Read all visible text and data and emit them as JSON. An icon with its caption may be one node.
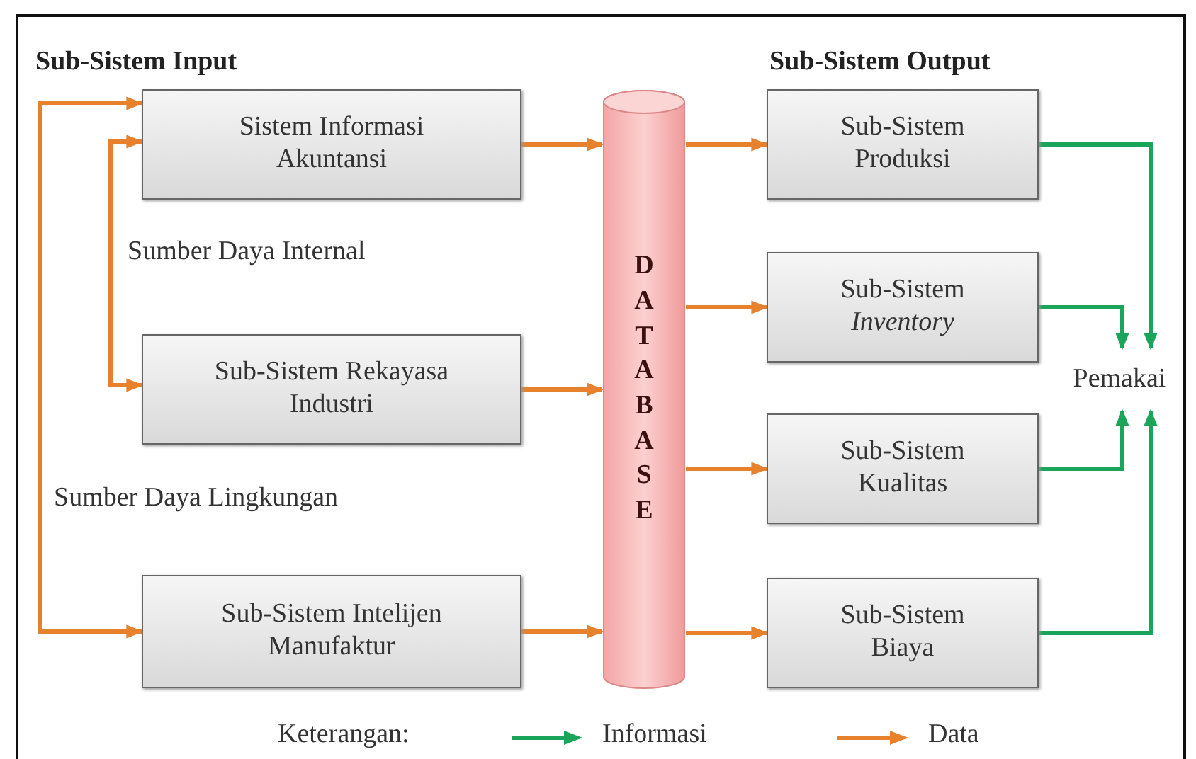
{
  "diagram": {
    "nodes": [
      {
        "text": [
          "Sistem Informasi Akuntansi"
        ]
      },
      {
        "text": [
          "Sub-Sistem Rekayasa Industri"
        ]
      },
      {
        "text": [
          "Sub-Sistem Intelijen Manufaktur"
        ]
      },
      {
        "text": [
          "DATABASE"
        ]
      },
      {
        "text": [
          "Sub-Sistem Produksi"
        ]
      },
      {
        "text": [
          "Sub-Sistem *Inventory*"
        ]
      },
      {
        "text": [
          "Sub-Sistem Kualitas"
        ]
      },
      {
        "text": [
          "Sub-Sistem Biaya"
        ]
      },
      {
        "text": [
          "Pemakai"
        ]
      }
    ],
    "edges": [
      {
        "from": null,
        "to": 0,
        "arrow": "to"
      },
      {
        "from": null,
        "to": 0,
        "arrow": "to"
      },
      {
        "from": null,
        "to": 1,
        "arrow": "to"
      },
      {
        "from": null,
        "to": 2,
        "arrow": "to"
      },
      {
        "from": 0,
        "to": 3,
        "arrow": "to"
      },
      {
        "from": 1,
        "to": 3,
        "arrow": "to"
      },
      {
        "from": 2,
        "to": 3,
        "arrow": "to"
      },
      {
        "from": 3,
        "to": 4,
        "arrow": "to"
      },
      {
        "from": 3,
        "to": 5,
        "arrow": "to"
      },
      {
        "from": 3,
        "to": 6,
        "arrow": "to"
      },
      {
        "from": 3,
        "to": 7,
        "arrow": "to"
      },
      {
        "from": 4,
        "to": 8,
        "arrow": "to",
        "color": "#1aa55a"
      },
      {
        "from": 5,
        "to": 8,
        "arrow": "to",
        "color": "#1aa55a"
      },
      {
        "from": 6,
        "to": 8,
        "arrow": "to",
        "color": "#1aa55a"
      },
      {
        "from": 7,
        "to": 8,
        "arrow": "to",
        "color": "#1aa55a"
      }
    ],
    "labels": [
      "Sub-Sistem Input",
      "Sub-Sistem Output",
      "Sumber Daya Internal",
      "Sumber Daya Lingkungan",
      "Keterangan:"
    ],
    "legend": [
      {
        "text": "Informasi",
        "color": "#1aa55a"
      },
      {
        "text": "Data",
        "color": "#e8812c"
      }
    ]
  }
}
